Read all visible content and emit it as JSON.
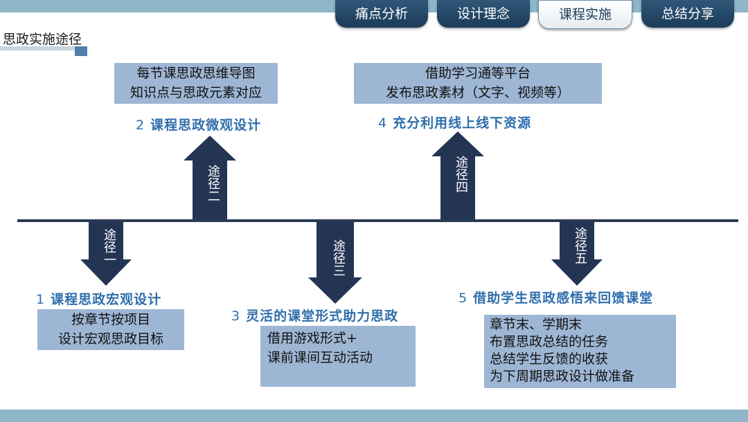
{
  "tabs": [
    {
      "label": "痛点分析"
    },
    {
      "label": "设计理念"
    },
    {
      "label": "课程实施"
    },
    {
      "label": "总结分享"
    }
  ],
  "section_title": "思政实施途径",
  "paths": [
    {
      "number": "1",
      "title": "课程思政宏观设计",
      "arrow_label": "途径一",
      "lines": [
        "按章节按项目",
        "设计宏观思政目标"
      ]
    },
    {
      "number": "2",
      "title": "课程思政微观设计",
      "arrow_label": "途径二",
      "lines": [
        "每节课思政思维导图",
        "知识点与思政元素对应"
      ]
    },
    {
      "number": "3",
      "title": "灵活的课堂形式助力思政",
      "arrow_label": "途径三",
      "lines": [
        "借用游戏形式+",
        "课前课间互动活动"
      ]
    },
    {
      "number": "4",
      "title": "充分利用线上线下资源",
      "arrow_label": "途径四",
      "lines": [
        "借助学习通等平台",
        "发布思政素材（文字、视频等）"
      ]
    },
    {
      "number": "5",
      "title": "借助学生思政感悟来回馈课堂",
      "arrow_label": "途径五",
      "lines": [
        "章节末、学期末",
        "布置思政总结的任务",
        "总结学生反馈的收获",
        "为下周期思政设计做准备"
      ]
    }
  ],
  "colors": {
    "tab_bg": "#1b3b58",
    "arrow": "#243554",
    "box": "#9db6d4",
    "heading": "#2e6eac",
    "bar": "#8fb5c9"
  }
}
